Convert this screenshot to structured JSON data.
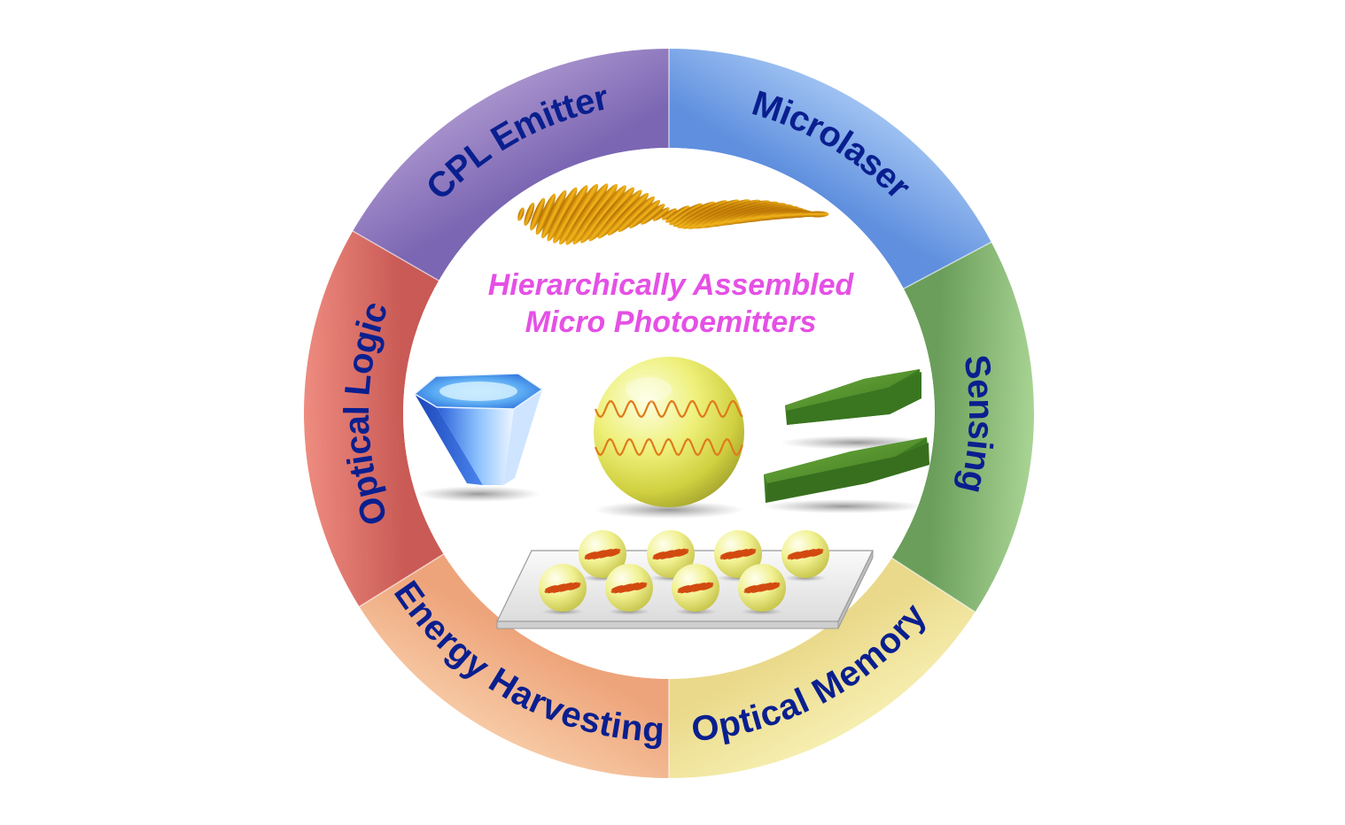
{
  "title": {
    "line1": "Hierarchically Assembled",
    "line2": "Micro Photoemitters",
    "color": "#e550e5"
  },
  "label_color": "#0a1f8f",
  "segments": [
    {
      "label": "Microlaser",
      "icon": "microlaser-segment",
      "color_outer": "#9fc2f2",
      "color_inner": "#5f8fde"
    },
    {
      "label": "Sensing",
      "icon": "sensing-segment",
      "color_outer": "#a9d494",
      "color_inner": "#6a9e5a"
    },
    {
      "label": "Optical Memory",
      "icon": "optical-memory-segment",
      "color_outer": "#f6eeb0",
      "color_inner": "#ead98a"
    },
    {
      "label": "Energy Harvesting",
      "icon": "energy-harvesting-segment",
      "color_outer": "#f6c9a4",
      "color_inner": "#eea47a"
    },
    {
      "label": "Optical Logic",
      "icon": "optical-logic-segment",
      "color_outer": "#ee8c80",
      "color_inner": "#c95a55"
    },
    {
      "label": "CPL Emitter",
      "icon": "cpl-emitter-segment",
      "color_outer": "#a791cc",
      "color_inner": "#7b66b3"
    }
  ],
  "illustrations": {
    "wave": "circularly-polarized-wave-icon",
    "cup": "hexagonal-cup-icon",
    "sphere": "microsphere-resonator-icon",
    "plates": "green-microplate-icon",
    "array": "microsphere-array-icon"
  }
}
